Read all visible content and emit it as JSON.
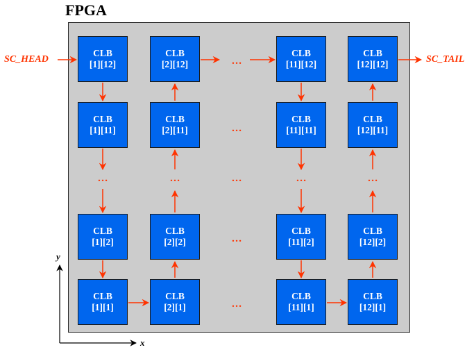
{
  "title": "FPGA",
  "signals": {
    "head": "SC_HEAD",
    "tail": "SC_TAIL"
  },
  "axes": {
    "x": "x",
    "y": "y"
  },
  "ellipsis": "…",
  "clb_label": "CLB",
  "clbs": {
    "c1_r12": "[1][12]",
    "c2_r12": "[2][12]",
    "c11_r12": "[11][12]",
    "c12_r12": "[12][12]",
    "c1_r11": "[1][11]",
    "c2_r11": "[2][11]",
    "c11_r11": "[11][11]",
    "c12_r11": "[12][11]",
    "c1_r2": "[1][2]",
    "c2_r2": "[2][2]",
    "c11_r2": "[11][2]",
    "c12_r2": "[12][2]",
    "c1_r1": "[1][1]",
    "c2_r1": "[2][1]",
    "c11_r1": "[11][1]",
    "c12_r1": "[12][1]"
  },
  "colors": {
    "clb_fill": "#0066ee",
    "arrow": "#ff3300",
    "fpga_fill": "#cccccc"
  }
}
